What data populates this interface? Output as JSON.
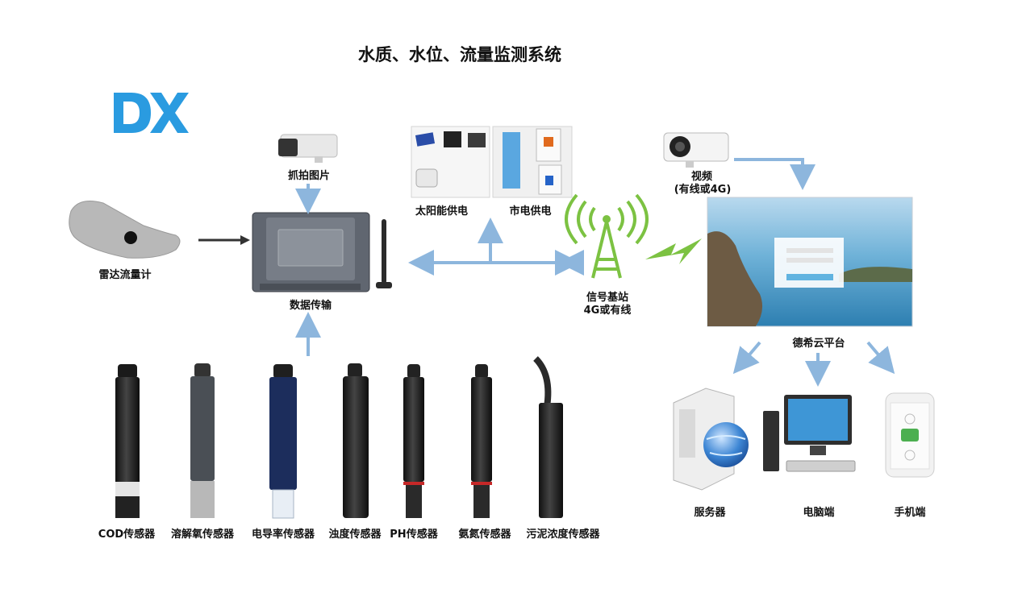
{
  "title": "水质、水位、流量监测系统",
  "logo": "DX",
  "nodes": {
    "camera_capture": "抓拍图片",
    "radar": "雷达流量计",
    "rtu": "数据传输",
    "solar": "太阳能供电",
    "mains": "市电供电",
    "tower_line1": "信号基站",
    "tower_line2": "4G或有线",
    "video_line1": "视频",
    "video_line2": "(有线或4G)",
    "cloud": "德希云平台",
    "server": "服务器",
    "pc": "电脑端",
    "phone": "手机端"
  },
  "sensors": [
    "COD传感器",
    "溶解氧传感器",
    "电导率传感器",
    "浊度传感器",
    "PH传感器",
    "氨氮传感器",
    "污泥浓度传感器"
  ],
  "colors": {
    "arrow": "#8db6dd",
    "logo": "#2a9be0",
    "tower": "#7cc242"
  }
}
